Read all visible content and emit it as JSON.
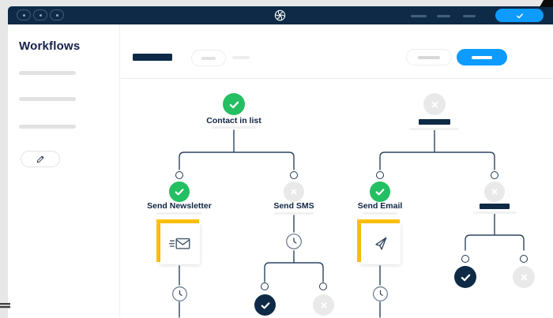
{
  "colors": {
    "navy": "#0e2a47",
    "accent_blue": "#0d9bff",
    "success_green": "#23bf62",
    "highlight_yellow": "#ffc20e",
    "inactive_gray": "#e9e9e9",
    "connector": "#2b4560"
  },
  "topbar": {
    "window_controls": [
      {
        "icon": "dot-button-icon"
      },
      {
        "icon": "dot-button-icon"
      },
      {
        "icon": "dot-button-icon"
      }
    ],
    "logo_icon": "pinwheel-logo-icon",
    "nav_placeholder_count": 3,
    "confirm_button": {
      "icon": "check-icon"
    }
  },
  "sidebar": {
    "title": "Workflows",
    "skeleton_item_count": 3,
    "edit_button": {
      "icon": "pencil-icon"
    }
  },
  "toolbar": {
    "title_skeleton": true,
    "left_buttons_skeleton_count": 2,
    "right_outline_button_skeleton": true,
    "right_primary_button_skeleton": true
  },
  "workflow": {
    "left_tree": {
      "root": {
        "label": "Contact in list",
        "status": "success",
        "status_icon": "check-icon"
      },
      "branches": [
        {
          "label": "Send Newsletter",
          "status": "success",
          "status_icon": "check-icon",
          "card_icon": "newsletter-envelope-icon",
          "followup_icon": "clock-icon"
        },
        {
          "label": "Send SMS",
          "status": "inactive",
          "status_icon": "x-icon",
          "followup_icon": "clock-icon",
          "children": [
            {
              "status": "selected",
              "status_icon": "check-icon"
            },
            {
              "status": "inactive",
              "status_icon": "x-icon"
            }
          ]
        }
      ]
    },
    "right_tree": {
      "root": {
        "label_skeleton": true,
        "status": "inactive",
        "status_icon": "x-icon"
      },
      "branches": [
        {
          "label": "Send Email",
          "status": "success",
          "status_icon": "check-icon",
          "card_icon": "paper-plane-icon",
          "followup_icon": "clock-icon"
        },
        {
          "label_skeleton": true,
          "status": "inactive",
          "status_icon": "x-icon",
          "children": [
            {
              "status": "selected",
              "status_icon": "check-icon"
            },
            {
              "status": "inactive",
              "status_icon": "x-icon"
            }
          ]
        }
      ]
    }
  }
}
